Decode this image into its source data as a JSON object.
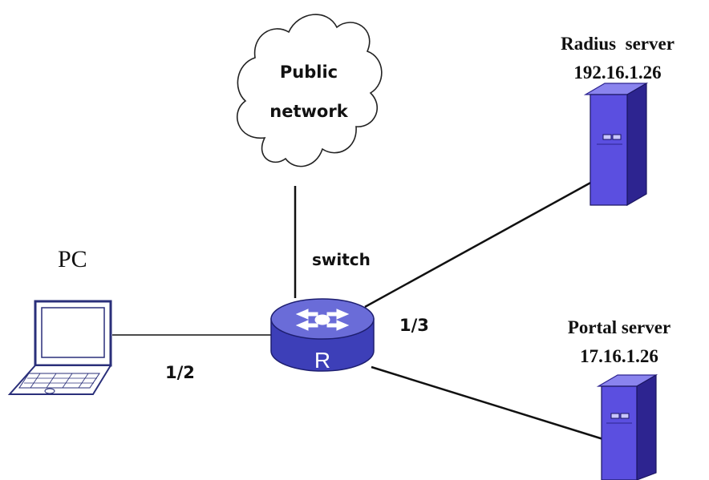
{
  "labels": {
    "cloud_line1": "Public",
    "cloud_line2": "network",
    "radius_title": "Radius  server",
    "radius_ip": "192.16.1.26",
    "portal_title": "Portal server",
    "portal_ip": "17.16.1.26",
    "pc": "PC",
    "switch": "switch",
    "router_letter": "R",
    "port_pc": "1/2",
    "port_servers": "1/3"
  },
  "colors": {
    "router_fill": "#3d3fb8",
    "router_top": "#6a6cd8",
    "server_front": "#5b4fe0",
    "server_side": "#2d2490",
    "server_top": "#8a84ee",
    "laptop_line": "#2a2f7a",
    "link": "#111111"
  },
  "icons": {
    "cloud": "cloud-icon",
    "router": "router-icon",
    "laptop": "laptop-icon",
    "server": "server-icon"
  }
}
